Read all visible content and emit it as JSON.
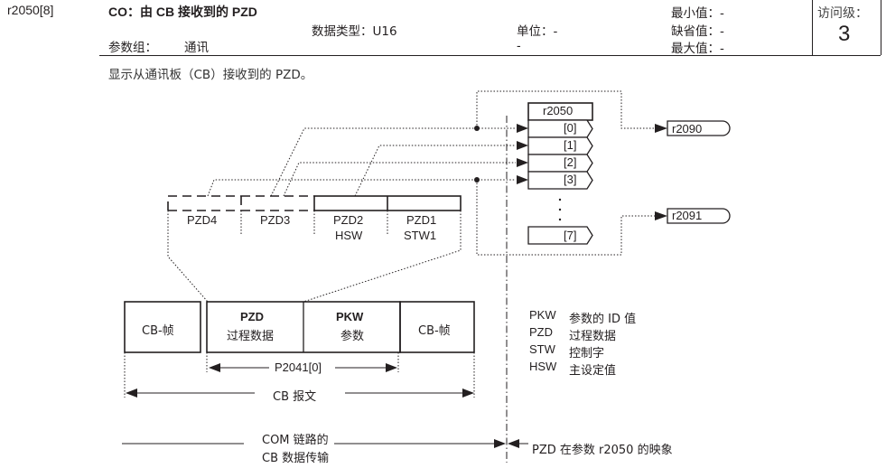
{
  "header": {
    "param_id": "r2050[8]",
    "title": "CO：由 CB 接收到的 PZD",
    "data_type_label": "数据类型：U16",
    "unit_label": "单位：-",
    "unit_extra": "-",
    "param_group_label": "参数组：",
    "param_group_value": "通讯",
    "min_label": "最小值：-",
    "default_label": "缺省值：-",
    "max_label": "最大值：-",
    "access_level_label": "访问级：",
    "access_level_value": "3"
  },
  "description": "显示从通讯板（CB）接收到的 PZD。",
  "diagram": {
    "pzd_slots": [
      {
        "name": "PZD4",
        "sub": ""
      },
      {
        "name": "PZD3",
        "sub": ""
      },
      {
        "name": "PZD2",
        "sub": "HSW"
      },
      {
        "name": "PZD1",
        "sub": "STW1"
      }
    ],
    "frame": {
      "cb_frame_left": "CB-帧",
      "pzd_title": "PZD",
      "pzd_sub": "过程数据",
      "pkw_title": "PKW",
      "pkw_sub": "参数",
      "cb_frame_right": "CB-帧",
      "p2041_label": "P2041[0]",
      "cb_message_label": "CB 报文"
    },
    "param_block": {
      "title": "r2050",
      "indices": [
        "[0]",
        "[1]",
        "[2]",
        "[3]",
        "[7]"
      ],
      "outputs": [
        "r2090",
        "r2091"
      ]
    },
    "legend": [
      {
        "abbr": "PKW",
        "desc": "参数的 ID 值"
      },
      {
        "abbr": "PZD",
        "desc": "过程数据"
      },
      {
        "abbr": "STW",
        "desc": "控制字"
      },
      {
        "abbr": "HSW",
        "desc": "主设定值"
      }
    ],
    "bottom": {
      "transfer_line1": "COM 链路的",
      "transfer_line2": "CB 数据传输",
      "mapping_label": "PZD 在参数 r2050 的映象"
    }
  }
}
